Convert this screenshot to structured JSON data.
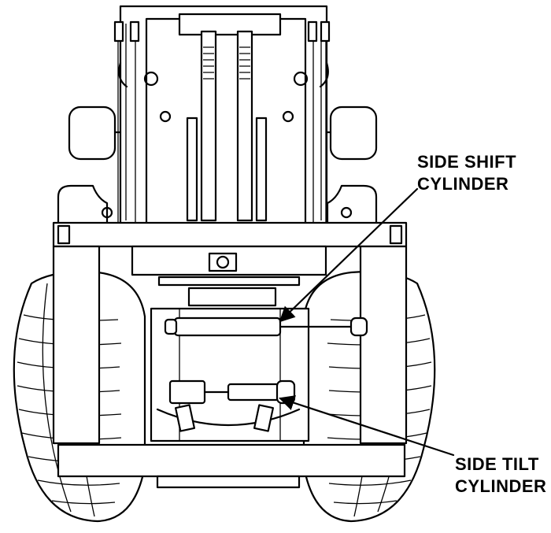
{
  "diagram": {
    "callouts": [
      {
        "id": "side-shift-cylinder",
        "lines": [
          "SIDE SHIFT",
          "CYLINDER"
        ]
      },
      {
        "id": "side-tilt-cylinder",
        "lines": [
          "SIDE TILT",
          "CYLINDER"
        ]
      }
    ]
  }
}
